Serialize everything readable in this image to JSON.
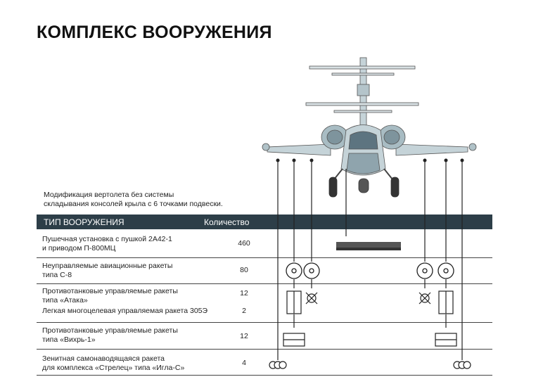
{
  "title": "КОМПЛЕКС ВООРУЖЕНИЯ",
  "note": [
    "Модификация вертолета без системы",
    "складывания консолей крыла с 6 точками подвески."
  ],
  "table": {
    "col_type": "ТИП ВООРУЖЕНИЯ",
    "col_qty": "Количество",
    "rows": [
      {
        "name": [
          "Пушечная установка с пушкой 2А42-1",
          "и приводом П-800МЦ"
        ],
        "qty": "460"
      },
      {
        "name": [
          "Неуправляемые авиационные ракеты",
          "типа С-8"
        ],
        "qty": "80"
      },
      {
        "name": [
          "Противотанковые управляемые ракеты",
          "типа «Атака»"
        ],
        "qty": "12"
      },
      {
        "name": [
          "Легкая многоцелевая управляемая ракета 305Э"
        ],
        "qty": "2"
      },
      {
        "name": [
          "Противотанковые управляемые ракеты",
          "типа «Вихрь-1»"
        ],
        "qty": "12"
      },
      {
        "name": [
          "Зенитная самонаводящаяся ракета",
          "для комплекса «Стрелец» типа «Игла-С»"
        ],
        "qty": "4"
      }
    ]
  },
  "colors": {
    "header_bg": "#2d3e48",
    "heli": "#c5d3d8",
    "heli_dark": "#8fa4ad",
    "line": "#222222"
  }
}
